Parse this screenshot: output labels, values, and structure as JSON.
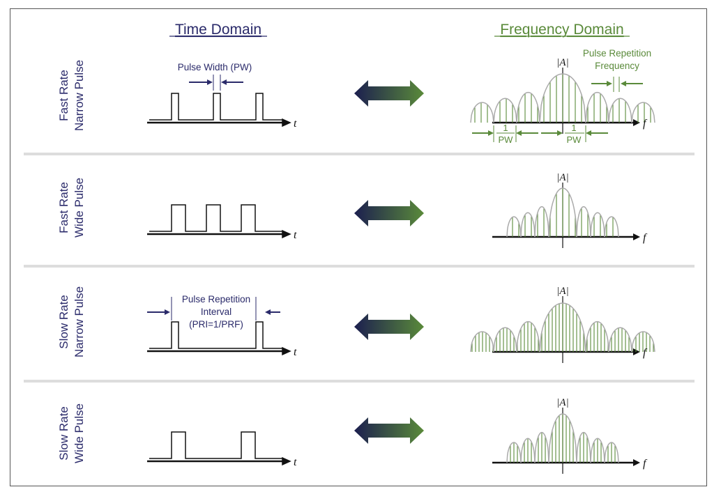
{
  "headers": {
    "time_domain": "Time Domain",
    "frequency_domain": "Frequency Domain"
  },
  "rows": [
    {
      "label_line1": "Fast Rate",
      "label_line2": "Narrow Pulse"
    },
    {
      "label_line1": "Fast Rate",
      "label_line2": "Wide Pulse"
    },
    {
      "label_line1": "Slow Rate",
      "label_line2": "Narrow Pulse"
    },
    {
      "label_line1": "Slow Rate",
      "label_line2": "Wide Pulse"
    }
  ],
  "annotations": {
    "pulse_width": "Pulse Width (PW)",
    "prf_line1": "Pulse Repetition",
    "prf_line2": "Frequency",
    "one_over": "1",
    "pw": "PW",
    "pri_line1": "Pulse Repetition",
    "pri_line2": "Interval",
    "pri_line3": "(PRI=1/PRF)"
  },
  "axis_labels": {
    "time": "t",
    "frequency": "f",
    "amplitude": "|A|"
  },
  "colors": {
    "time_color": "#2a2a6a",
    "freq_color": "#5a8a3a",
    "arrow_navy": "#1c1f4f",
    "arrow_green": "#5a8a3a",
    "separator": "#dddddd",
    "spectrum_line": "#5a8a3a",
    "envelope": "#aaaaaa"
  }
}
